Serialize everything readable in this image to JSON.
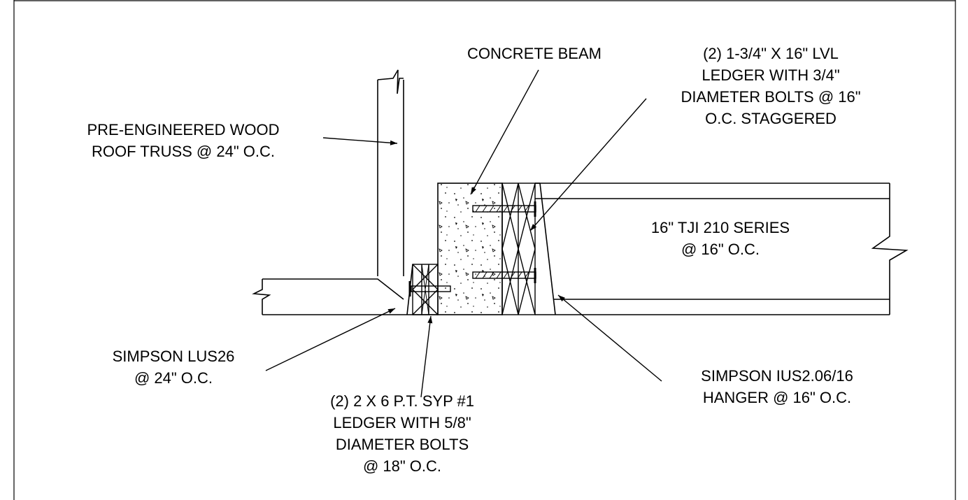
{
  "labels": {
    "concrete_beam": [
      "CONCRETE BEAM"
    ],
    "lvl_ledger": [
      "(2) 1-3/4\" X 16\" LVL",
      "LEDGER WITH 3/4\"",
      "DIAMETER BOLTS @ 16\"",
      "O.C. STAGGERED"
    ],
    "roof_truss": [
      "PRE-ENGINEERED WOOD",
      "ROOF TRUSS @ 24\" O.C."
    ],
    "tji_joist": [
      "16\" TJI 210 SERIES",
      "@ 16\" O.C."
    ],
    "lus26": [
      "SIMPSON LUS26",
      "@ 24\" O.C."
    ],
    "pt_ledger": [
      "(2) 2 X 6 P.T. SYP #1",
      "LEDGER WITH 5/8\"",
      "DIAMETER BOLTS",
      "@ 18\" O.C."
    ],
    "ius_hanger": [
      "SIMPSON IUS2.06/16",
      "HANGER @ 16\" O.C."
    ]
  },
  "colors": {
    "line": "#000000",
    "background": "#ffffff"
  }
}
